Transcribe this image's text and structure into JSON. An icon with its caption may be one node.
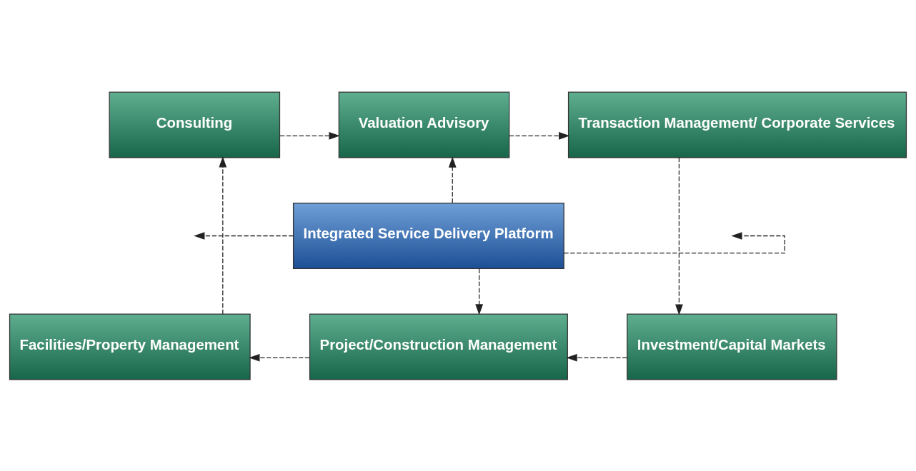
{
  "diagram": {
    "nodes": [
      {
        "text": [
          "Consulting"
        ]
      },
      {
        "text": [
          "Valuation Advisory"
        ]
      },
      {
        "text": [
          "Transaction Management/ Corporate Services"
        ]
      },
      {
        "text": [
          "Integrated Service Delivery Platform"
        ]
      },
      {
        "text": [
          "Facilities/Property Management"
        ]
      },
      {
        "text": [
          "Project/Construction Management"
        ]
      },
      {
        "text": [
          "Investment/Capital Markets"
        ]
      }
    ],
    "edges": [
      {
        "from": 0,
        "to": 1,
        "arrow": "to",
        "style": "dashed"
      },
      {
        "from": 1,
        "to": 2,
        "arrow": "to",
        "style": "dashed"
      },
      {
        "from": 2,
        "to": 6,
        "arrow": "to",
        "style": "dashed"
      },
      {
        "from": 6,
        "to": 5,
        "arrow": "to",
        "style": "dashed"
      },
      {
        "from": 5,
        "to": 4,
        "arrow": "to",
        "style": "dashed"
      },
      {
        "from": 4,
        "to": 0,
        "arrow": "to",
        "style": "dashed"
      },
      {
        "from": 3,
        "to": 1,
        "arrow": "to",
        "style": "dashed"
      },
      {
        "from": 3,
        "to": 5,
        "arrow": "to",
        "style": "dashed"
      },
      {
        "from": 3,
        "to": null,
        "arrow": "to",
        "style": "dashed"
      },
      {
        "from": 3,
        "to": null,
        "arrow": "to",
        "style": "dashed"
      }
    ]
  }
}
